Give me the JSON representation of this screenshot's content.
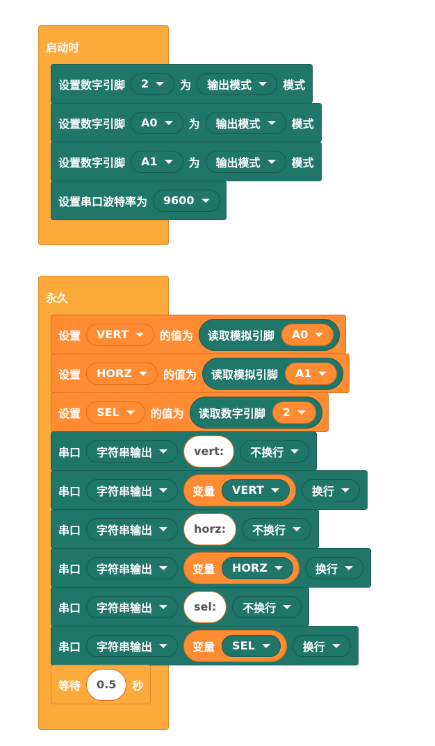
{
  "setup": {
    "title": "启动时",
    "rows": [
      {
        "label": "设置数字引脚",
        "pin": "2",
        "mid": "为",
        "mode": "输出模式",
        "tail": "模式"
      },
      {
        "label": "设置数字引脚",
        "pin": "A0",
        "mid": "为",
        "mode": "输出模式",
        "tail": "模式"
      },
      {
        "label": "设置数字引脚",
        "pin": "A1",
        "mid": "为",
        "mode": "输出模式",
        "tail": "模式"
      }
    ],
    "baud": {
      "label": "设置串口波特率为",
      "value": "9600"
    }
  },
  "loop": {
    "title": "永久",
    "sets": [
      {
        "label": "设置",
        "var": "VERT",
        "mid": "的值为",
        "reader": "读取模拟引脚",
        "pin": "A0"
      },
      {
        "label": "设置",
        "var": "HORZ",
        "mid": "的值为",
        "reader": "读取模拟引脚",
        "pin": "A1"
      },
      {
        "label": "设置",
        "var": "SEL",
        "mid": "的值为",
        "reader": "读取数字引脚",
        "pin": "2"
      }
    ],
    "serial": [
      {
        "label": "串口",
        "mode": "字符串输出",
        "text": "vert:",
        "nl": "不换行"
      },
      {
        "label": "串口",
        "mode": "字符串输出",
        "varLabel": "变量",
        "var": "VERT",
        "nl": "换行"
      },
      {
        "label": "串口",
        "mode": "字符串输出",
        "text": "horz:",
        "nl": "不换行"
      },
      {
        "label": "串口",
        "mode": "字符串输出",
        "varLabel": "变量",
        "var": "HORZ",
        "nl": "换行"
      },
      {
        "label": "串口",
        "mode": "字符串输出",
        "text": "sel:",
        "nl": "不换行"
      },
      {
        "label": "串口",
        "mode": "字符串输出",
        "varLabel": "变量",
        "var": "SEL",
        "nl": "换行"
      }
    ],
    "wait": {
      "label": "等待",
      "value": "0.5",
      "unit": "秒"
    }
  }
}
